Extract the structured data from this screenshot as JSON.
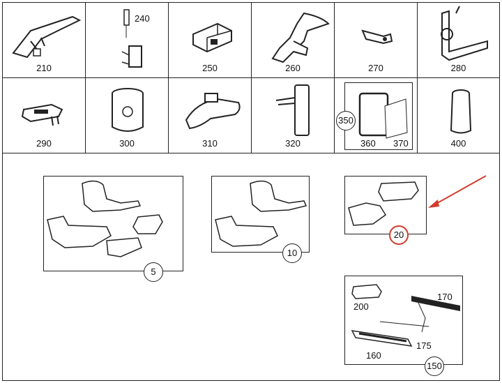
{
  "parts_grid": {
    "row1": [
      "210",
      "240",
      "250",
      "260",
      "270",
      "280"
    ],
    "row2": [
      "290",
      "300",
      "310",
      "320",
      "400"
    ],
    "group_350": {
      "callout": "350",
      "items": [
        "360",
        "370"
      ]
    }
  },
  "mat_sets": [
    {
      "callout": "5"
    },
    {
      "callout": "10"
    },
    {
      "callout": "20",
      "highlighted": true
    }
  ],
  "lighting_kit": {
    "callout": "150",
    "items": [
      "200",
      "170",
      "175",
      "160"
    ]
  },
  "colors": {
    "highlight": "#d43b2c",
    "line": "#222222"
  }
}
